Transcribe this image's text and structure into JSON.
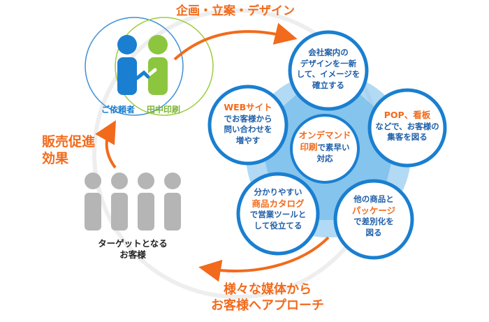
{
  "top_arrow_label": "企画・立案・デザイン",
  "left_arrow_label": [
    "販売促進",
    "効果"
  ],
  "bottom_arrow_label": [
    "様々な媒体から",
    "お客様へアプローチ"
  ],
  "client_label": "ご依頼者",
  "printer_label": "田中印刷",
  "target_label": [
    "ターゲットとなる",
    "お客様"
  ],
  "center_node": {
    "highlight": [
      "オンデマンド",
      "印刷"
    ],
    "text": [
      "で素早い",
      "対応"
    ]
  },
  "nodes": [
    {
      "id": "top",
      "highlight": [],
      "text": [
        "会社案内の",
        "デザインを一新",
        "して、イメージを",
        "確立する"
      ]
    },
    {
      "id": "right",
      "highlight": [
        "POP、看板"
      ],
      "text": [
        "などで、お客様の",
        "集客を図る"
      ]
    },
    {
      "id": "bottom-right",
      "highlight": [
        "他の商品と",
        "パッケージ"
      ],
      "text": [
        "で差別化を",
        "図る"
      ]
    },
    {
      "id": "bottom-left",
      "highlight": [
        "分かりやすい",
        "商品カタログ"
      ],
      "text": [
        "で営業ツールと",
        "して役立てる"
      ]
    },
    {
      "id": "left",
      "highlight": [
        "WEBサイト"
      ],
      "text": [
        "でお客様から",
        "問い合わせを",
        "増やす"
      ]
    }
  ],
  "colors": {
    "orange": "#f26a1b",
    "blue": "#1a7fd0",
    "light_blue": "#8ec9ee",
    "green": "#8cc63f",
    "gray": "#b5b5b5"
  }
}
